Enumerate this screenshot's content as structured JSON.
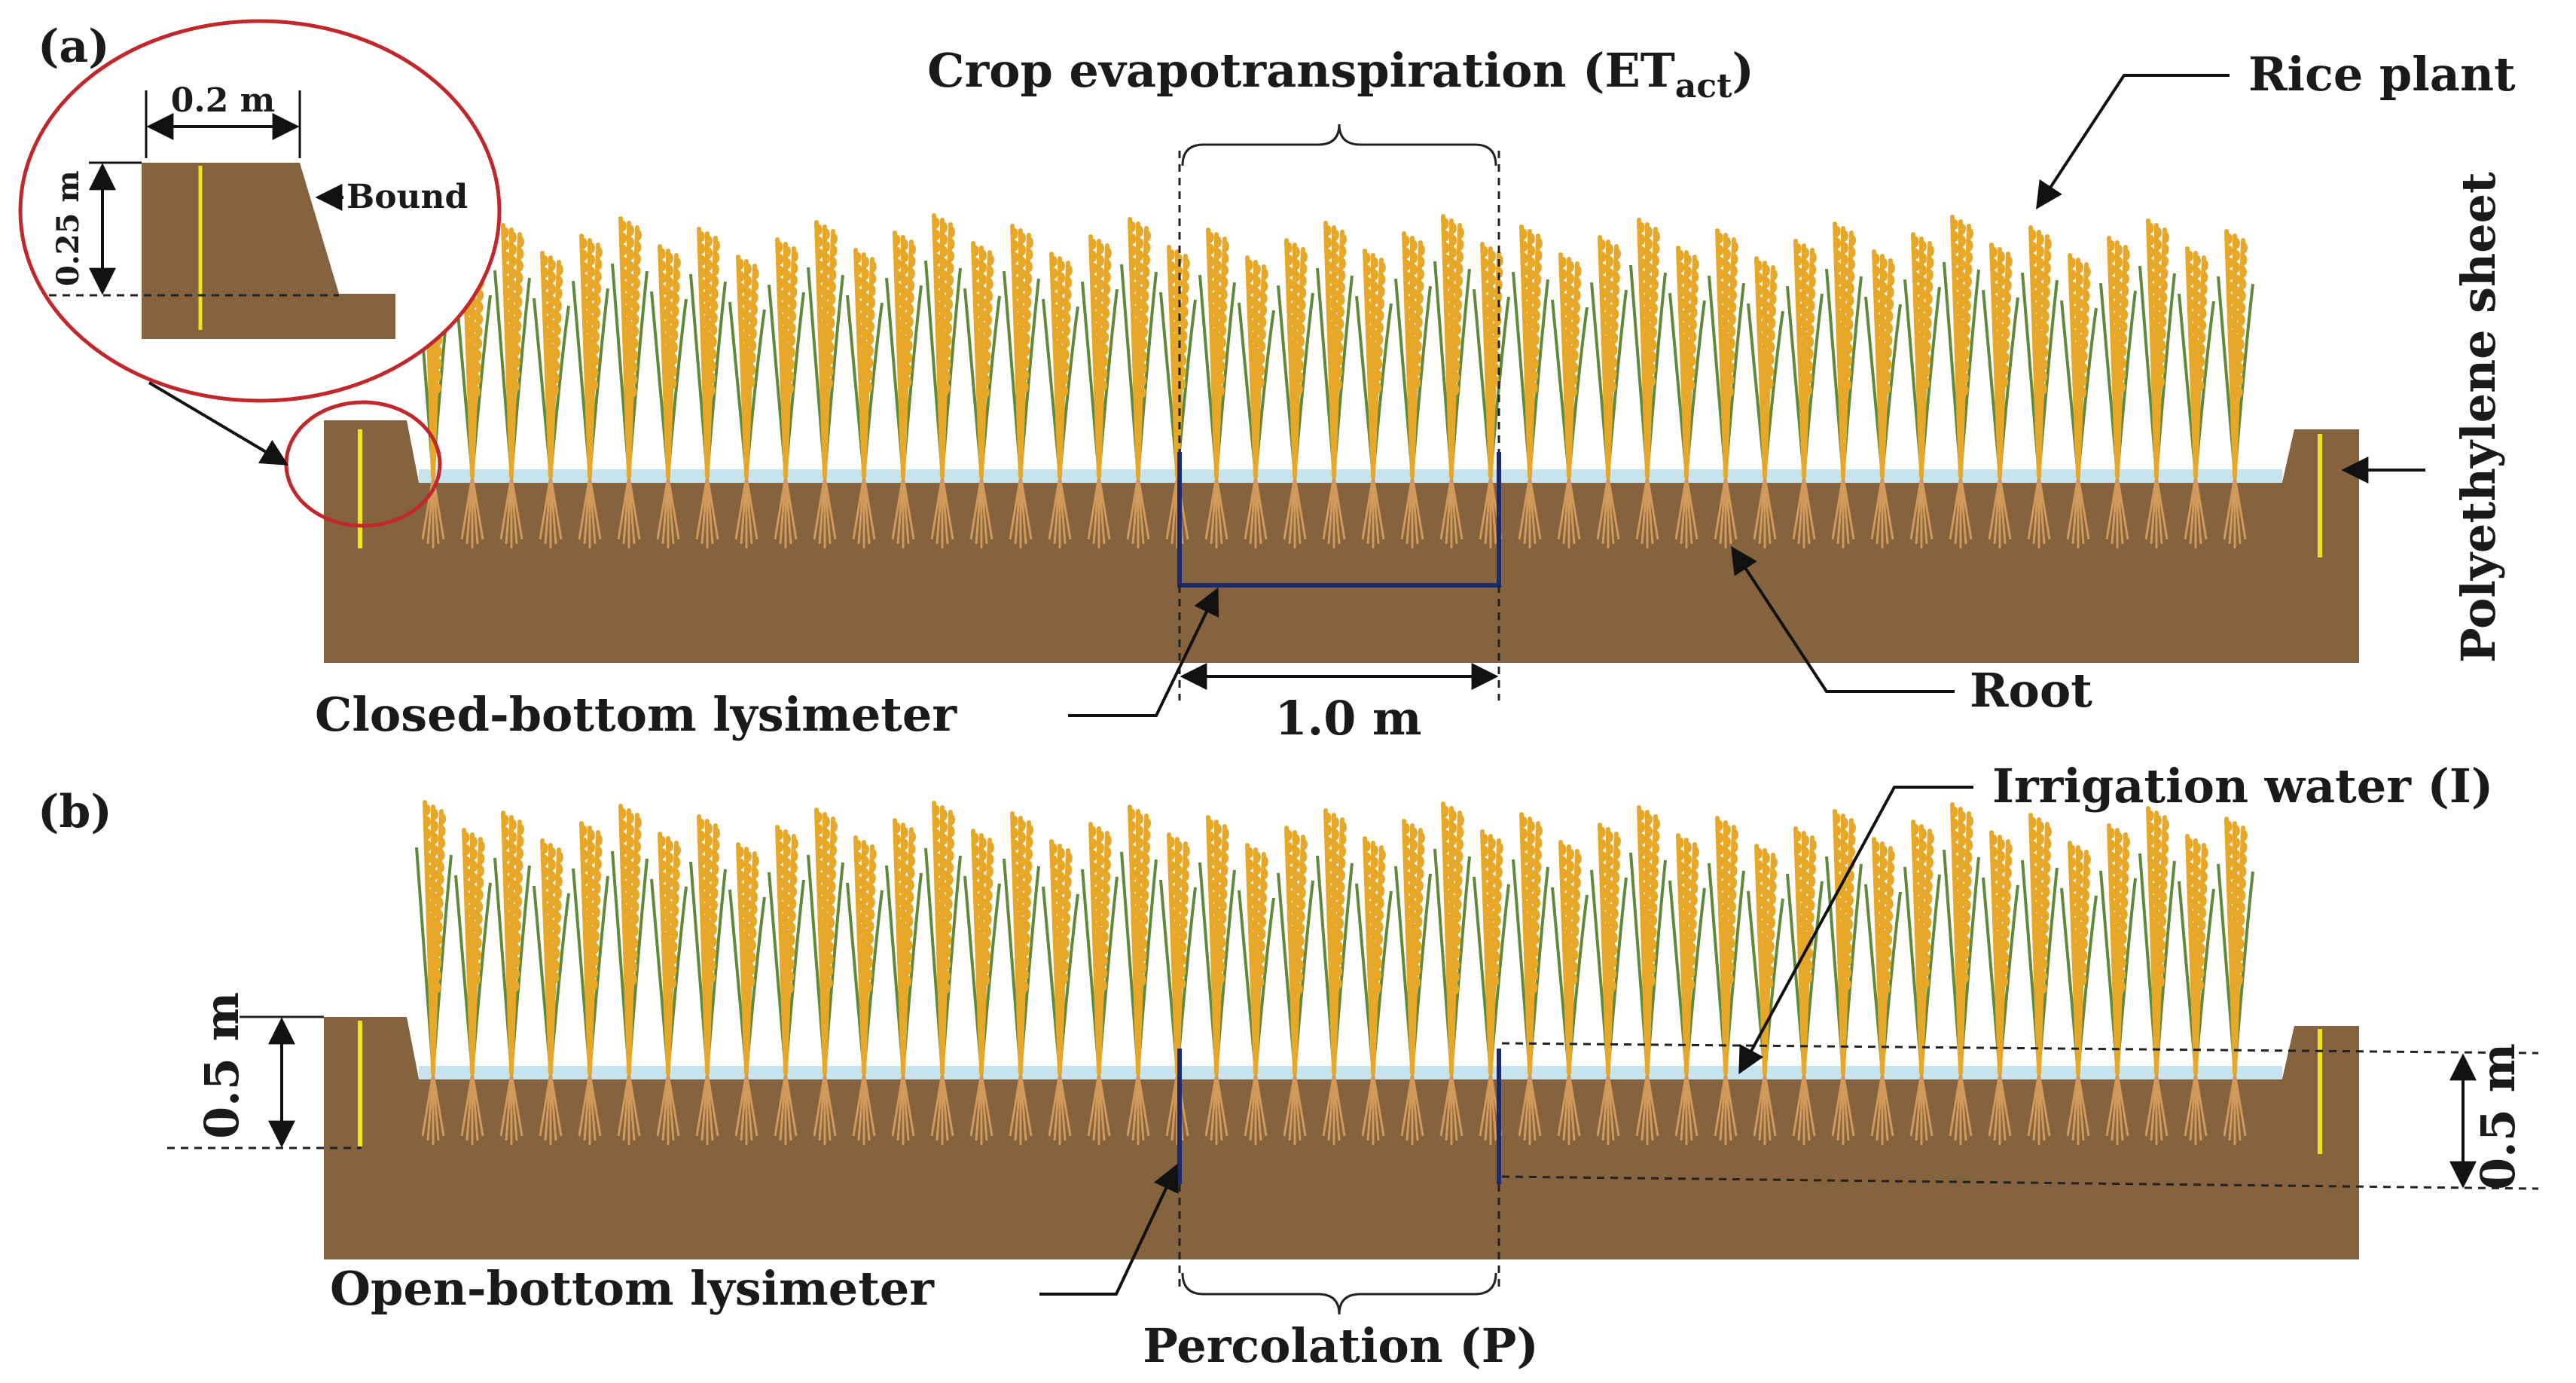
{
  "panels": {
    "a": {
      "tag": "(a)",
      "et_label": "Crop evapotranspiration (ET",
      "et_sub": "act",
      "et_close": ")",
      "rice_plant": "Rice plant",
      "polyethylene": "Polyethylene sheet",
      "root": "Root",
      "lysimeter": "Closed-bottom lysimeter",
      "width": "1.0 m",
      "inset_width": "0.2 m",
      "inset_height": "0.25 m",
      "inset_bound": "Bound"
    },
    "b": {
      "tag": "(b)",
      "irrigation": "Irrigation water (I)",
      "lysimeter": "Open-bottom lysimeter",
      "percolation": "Percolation (P)",
      "left_depth": "0.5 m",
      "right_depth": "0.5 m"
    }
  },
  "colors": {
    "soil": "#85633f",
    "water": "#c6e3ee",
    "grain": "#e7a82a",
    "leaf": "#5e8a3a",
    "root": "#d19a5a",
    "lysimeter": "#1a2a6c",
    "sheet": "#f2e21a",
    "inset_ring": "#c0282c"
  }
}
